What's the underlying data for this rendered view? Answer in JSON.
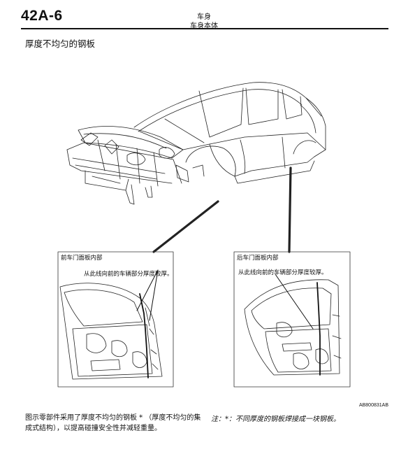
{
  "header": {
    "section_number": "42A-6",
    "chapter": "车身",
    "subchapter": "车身本体"
  },
  "page_title": "厚度不均匀的钢板",
  "figure": {
    "front_panel": {
      "box_title": "前车门面板内部",
      "callout": "从此线向前的车辆部分厚度较厚。"
    },
    "rear_panel": {
      "box_title": "后车门面板内部",
      "callout": "从此线向前的车辆部分厚度较厚。"
    },
    "figure_code": "AB800831AB"
  },
  "body": {
    "caption": "图示零部件采用了厚度不均匀的钢板 * （厚度不均匀的集成式结构），以提高碰撞安全性并减轻重量。",
    "note": "注：*：不同厚度的钢板焊接成一块钢板。"
  }
}
